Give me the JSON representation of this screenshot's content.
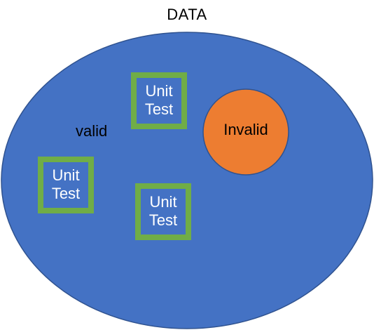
{
  "title": "DATA",
  "valid_label": "valid",
  "invalid_label": "Invalid",
  "unit_tests": [
    {
      "line1": "Unit",
      "line2": "Test"
    },
    {
      "line1": "Unit",
      "line2": "Test"
    },
    {
      "line1": "Unit",
      "line2": "Test"
    }
  ],
  "colors": {
    "data_region": "#4472C4",
    "data_region_stroke": "#2F528F",
    "invalid_region": "#ED7D31",
    "invalid_region_stroke": "#2F528F",
    "unit_test_border": "#70AD47",
    "unit_test_text": "#FFFFFF"
  }
}
